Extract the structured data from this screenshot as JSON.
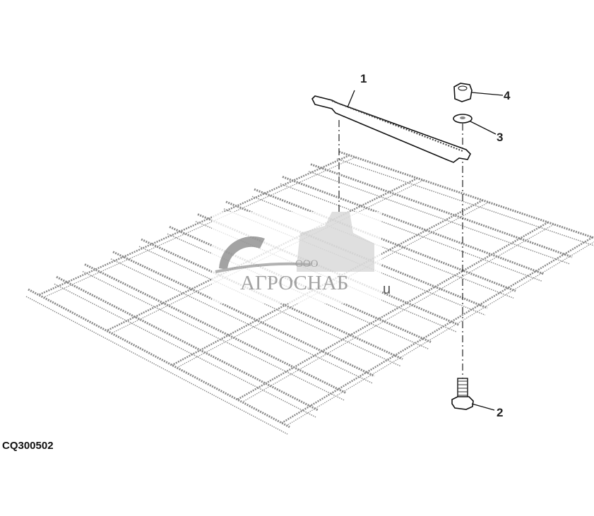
{
  "figure": {
    "id_label": "CQ300502",
    "callouts": [
      {
        "number": "1",
        "part": "bar"
      },
      {
        "number": "2",
        "part": "bolt"
      },
      {
        "number": "3",
        "part": "washer"
      },
      {
        "number": "4",
        "part": "nut"
      }
    ]
  },
  "watermark": {
    "small_text": "ООО",
    "brand": "АГРОСНАБ",
    "suffix": "u",
    "color": "#9a9a9a"
  },
  "colors": {
    "line": "#222222",
    "grate": "#8a8a8a"
  }
}
